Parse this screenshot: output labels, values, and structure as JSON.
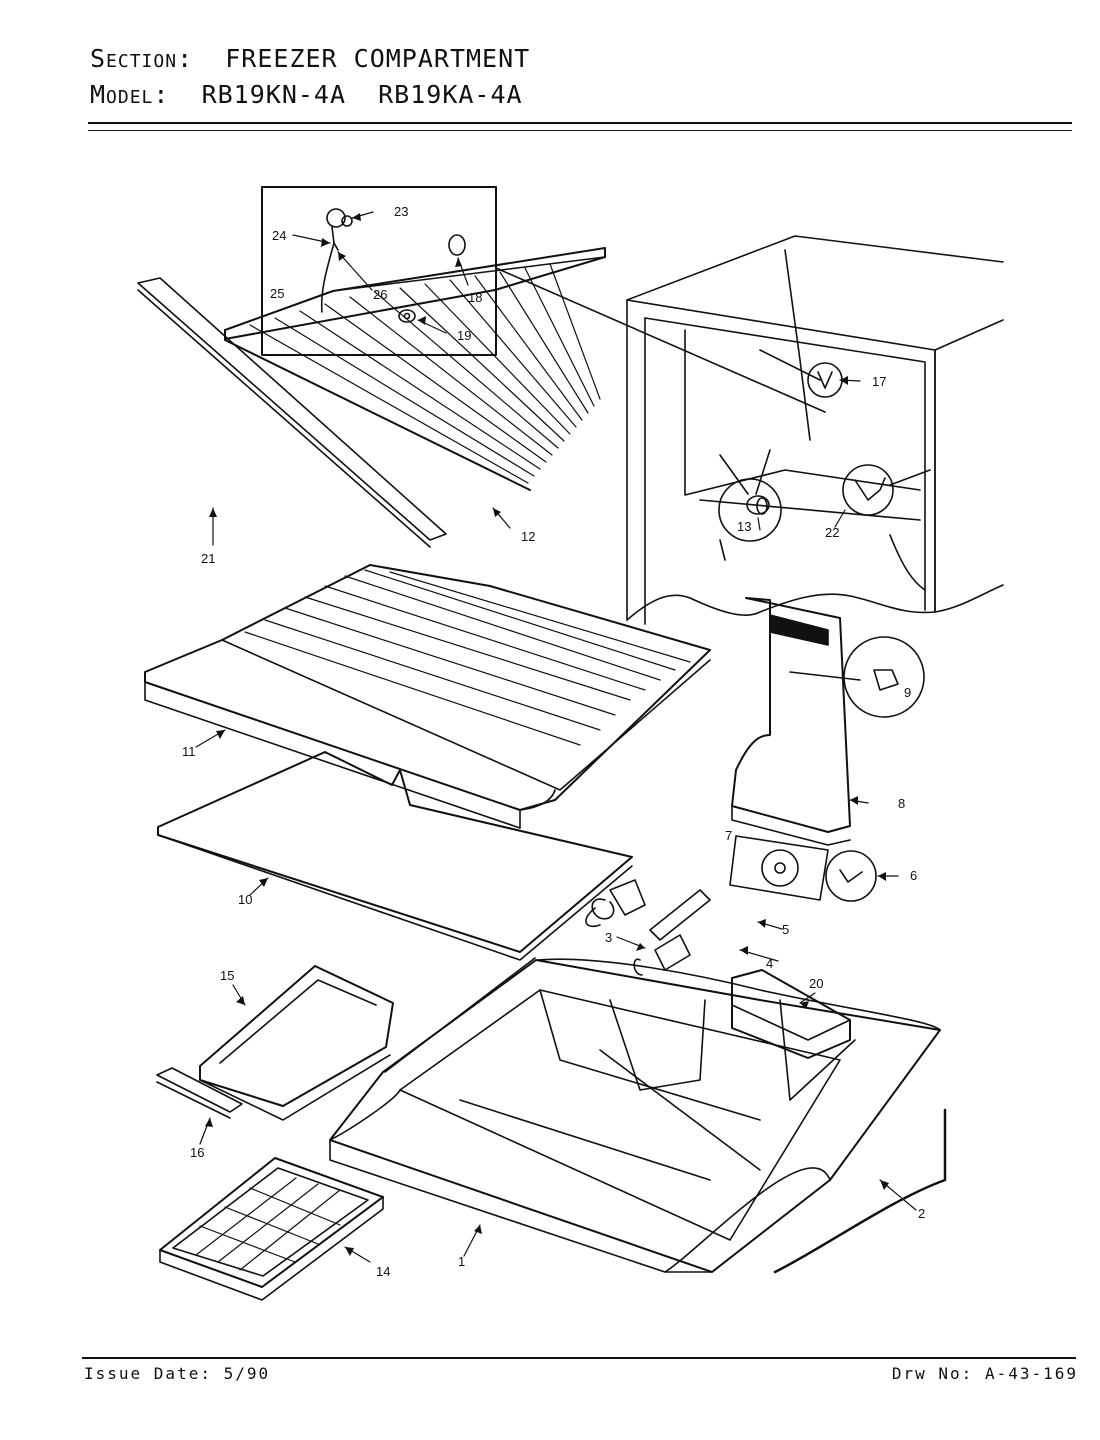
{
  "header": {
    "section_label": "Section:",
    "section_value": "FREEZER COMPARTMENT",
    "model_label": "Model:",
    "model_value": "RB19KN-4A  RB19KA-4A"
  },
  "footer": {
    "issue_date": "Issue Date: 5/90",
    "drawing_no": "Drw No: A-43-169"
  },
  "callouts": [
    "1",
    "2",
    "3",
    "4",
    "5",
    "6",
    "7",
    "8",
    "9",
    "10",
    "11",
    "12",
    "13",
    "14",
    "15",
    "16",
    "17",
    "18",
    "19",
    "20",
    "21",
    "22",
    "23",
    "24",
    "25",
    "26"
  ]
}
